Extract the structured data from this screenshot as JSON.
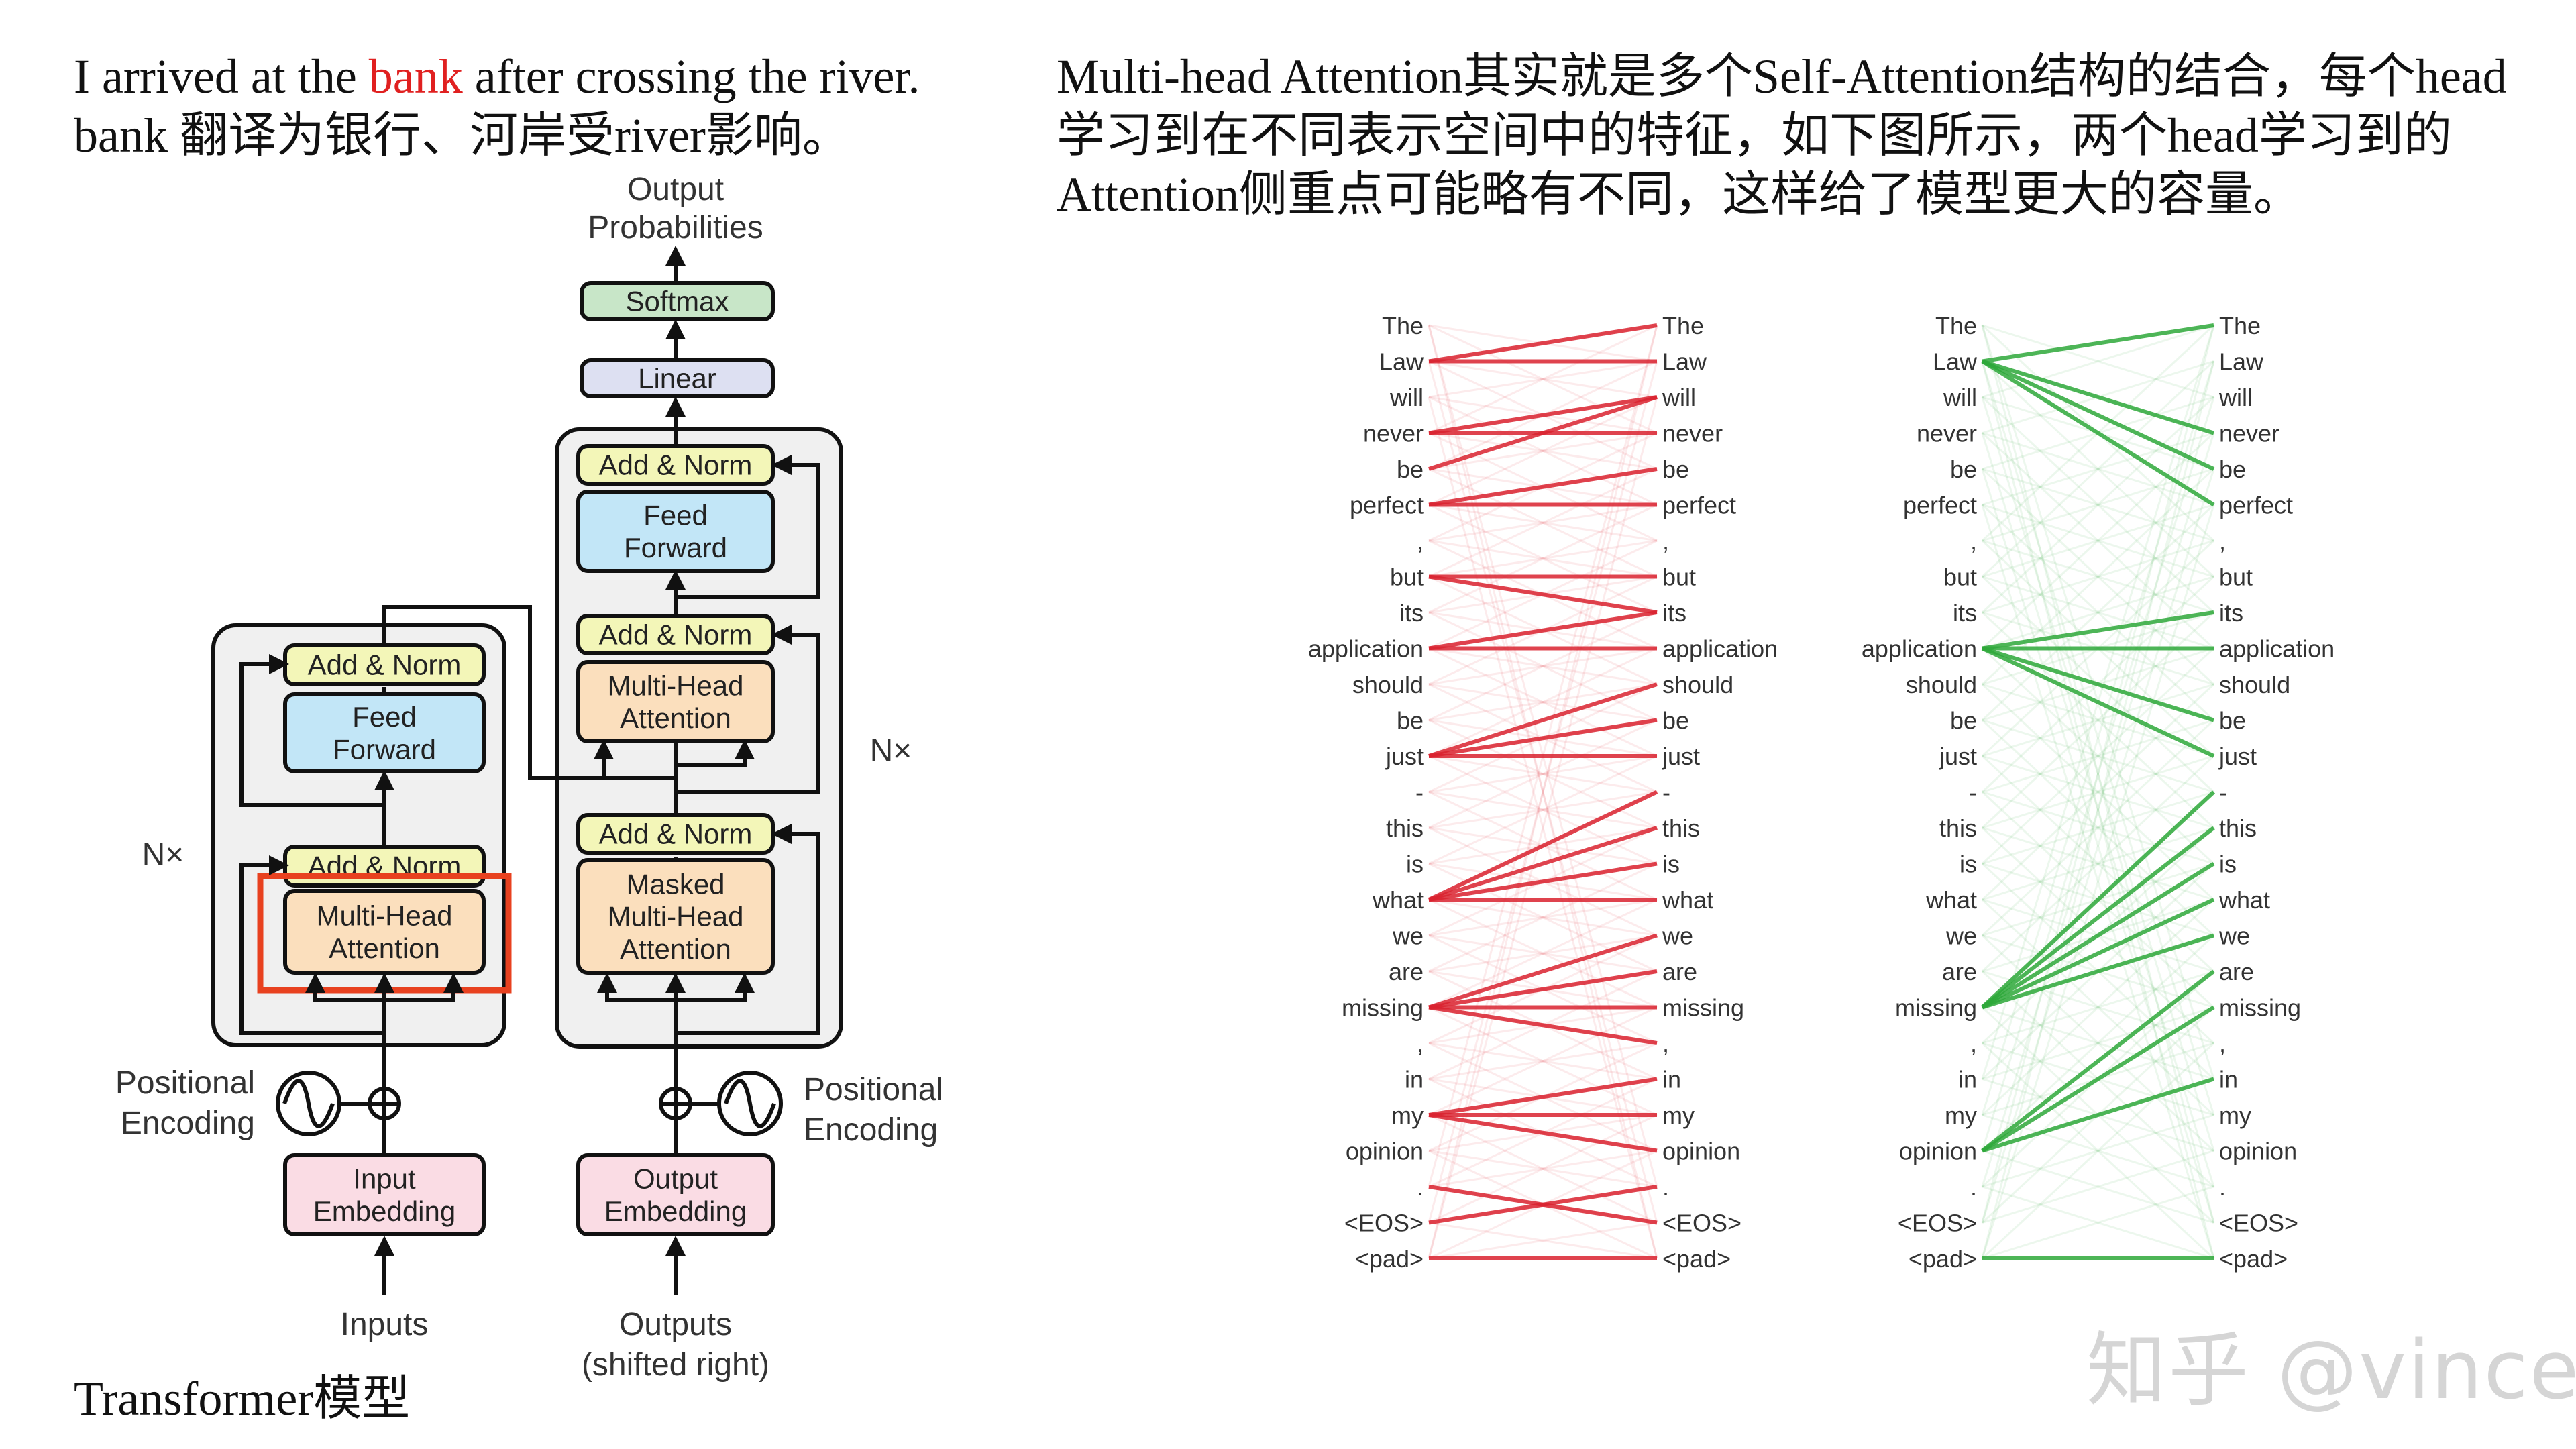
{
  "intro": {
    "line1_prefix": "I arrived at the ",
    "line1_highlight": "bank",
    "line1_suffix": " after crossing the river.",
    "line2": "bank 翻译为银行、河岸受river影响。"
  },
  "explanation": {
    "line1": "Multi-head Attention其实就是多个Self-Attention结构的结合，每个head",
    "line2": "学习到在不同表示空间中的特征，如下图所示，两个head学习到的",
    "line3": "Attention侧重点可能略有不同，这样给了模型更大的容量。"
  },
  "caption": "Transformer模型",
  "watermark": "知乎 @vince",
  "transformer": {
    "output_probabilities": [
      "Output",
      "Probabilities"
    ],
    "softmax": "Softmax",
    "linear": "Linear",
    "add_norm": "Add & Norm",
    "feed_forward": [
      "Feed",
      "Forward"
    ],
    "multi_head_attention": [
      "Multi-Head",
      "Attention"
    ],
    "masked_multi_head_attention": [
      "Masked",
      "Multi-Head",
      "Attention"
    ],
    "nx": "N×",
    "positional_encoding": [
      "Positional",
      "Encoding"
    ],
    "input_embedding": [
      "Input",
      "Embedding"
    ],
    "output_embedding": [
      "Output",
      "Embedding"
    ],
    "inputs": "Inputs",
    "outputs": [
      "Outputs",
      "(shifted right)"
    ],
    "colors": {
      "add_norm": "#f3f6b8",
      "feed_forward": "#c2e6f7",
      "attention": "#fbdfbd",
      "embedding": "#fadce4",
      "softmax": "#c8e6c8",
      "linear": "#dde0f2",
      "stack_bg": "#f0f0f0",
      "highlight": "#e8411f"
    }
  },
  "attention_viz": {
    "tokens": [
      "The",
      "Law",
      "will",
      "never",
      "be",
      "perfect",
      ",",
      "but",
      "its",
      "application",
      "should",
      "be",
      "just",
      "-",
      "this",
      "is",
      "what",
      "we",
      "are",
      "missing",
      ",",
      "in",
      "my",
      "opinion",
      ".",
      "<EOS>",
      "<pad>"
    ],
    "heads": [
      {
        "color": "#d9222f",
        "edges": [
          [
            1,
            0
          ],
          [
            1,
            1
          ],
          [
            3,
            2
          ],
          [
            3,
            3
          ],
          [
            4,
            2
          ],
          [
            5,
            4
          ],
          [
            5,
            5
          ],
          [
            7,
            7
          ],
          [
            7,
            8
          ],
          [
            9,
            8
          ],
          [
            9,
            9
          ],
          [
            12,
            12
          ],
          [
            12,
            11
          ],
          [
            12,
            10
          ],
          [
            16,
            14
          ],
          [
            16,
            15
          ],
          [
            16,
            16
          ],
          [
            16,
            13
          ],
          [
            19,
            17
          ],
          [
            19,
            18
          ],
          [
            19,
            19
          ],
          [
            19,
            20
          ],
          [
            22,
            21
          ],
          [
            22,
            22
          ],
          [
            22,
            23
          ],
          [
            24,
            25
          ],
          [
            25,
            24
          ],
          [
            26,
            26
          ]
        ]
      },
      {
        "color": "#2ea83a",
        "edges": [
          [
            1,
            0
          ],
          [
            1,
            3
          ],
          [
            1,
            4
          ],
          [
            1,
            5
          ],
          [
            9,
            9
          ],
          [
            9,
            11
          ],
          [
            9,
            12
          ],
          [
            9,
            8
          ],
          [
            19,
            13
          ],
          [
            19,
            14
          ],
          [
            19,
            15
          ],
          [
            19,
            16
          ],
          [
            19,
            17
          ],
          [
            23,
            18
          ],
          [
            23,
            19
          ],
          [
            23,
            21
          ],
          [
            26,
            26
          ]
        ]
      }
    ]
  }
}
